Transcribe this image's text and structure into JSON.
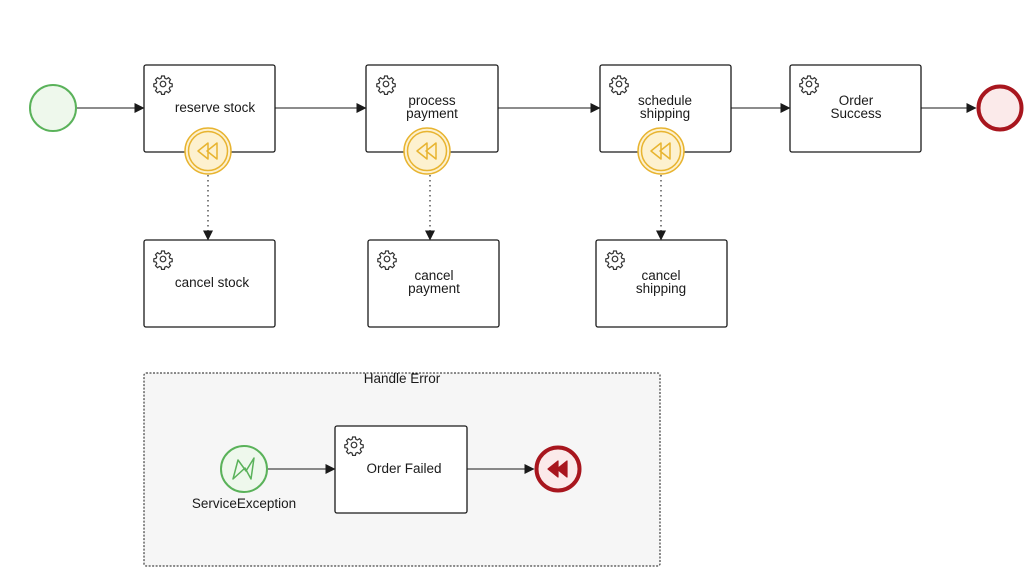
{
  "tasks": {
    "reserve_stock": [
      "reserve stock"
    ],
    "process_payment": [
      "process",
      "payment"
    ],
    "schedule_shipping": [
      "schedule",
      "shipping"
    ],
    "order_success": [
      "Order",
      "Success"
    ],
    "cancel_stock": [
      "cancel stock"
    ],
    "cancel_payment": [
      "cancel",
      "payment"
    ],
    "cancel_shipping": [
      "cancel",
      "shipping"
    ],
    "order_failed": [
      "Order Failed"
    ]
  },
  "subprocess": {
    "title": "Handle Error"
  },
  "error_start": {
    "label": "ServiceException"
  },
  "colors": {
    "start_stroke": "#5ab25a",
    "start_fill": "#eef8ec",
    "end_stroke": "#a8161e",
    "end_fill": "#fbeaea",
    "comp_stroke": "#e8b430",
    "comp_fill": "#fdf1cf"
  },
  "icons": {
    "task": "gear-icon",
    "compensation_boundary": "rewind-icon",
    "compensation_end": "rewind-filled-icon",
    "error_start": "error-lightning-icon"
  }
}
